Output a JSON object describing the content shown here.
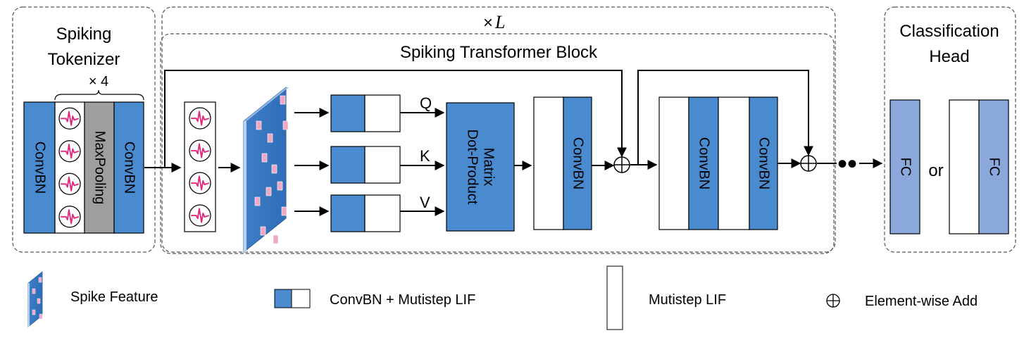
{
  "sections": {
    "tokenizer_title_line1": "Spiking",
    "tokenizer_title_line2": "Tokenizer",
    "repeat_four": "× 4",
    "repeat_L_prefix": "×",
    "repeat_L_var": "L",
    "block_title": "Spiking Transformer Block",
    "head_title_line1": "Classification",
    "head_title_line2": "Head"
  },
  "blocks": {
    "convbn": "ConvBN",
    "maxpooling": "MaxPooling",
    "matmul_line1": "Matrix",
    "matmul_line2": "Dot-Product",
    "fc": "FC",
    "or": "or",
    "q": "Q",
    "k": "K",
    "v": "V",
    "dots": "••"
  },
  "legend": {
    "spike_feature": "Spike Feature",
    "convbn_lif": "ConvBN + Mutistep LIF",
    "lif": "Mutistep LIF",
    "add": "Element-wise Add"
  },
  "colors": {
    "blue": "#4a8bd0",
    "light_blue": "#8aa8dc",
    "gray": "#9e9e9e",
    "spike": "#e0287a",
    "dash": "#555555"
  },
  "icons": {
    "lif_neuron": "spike-waveform-icon",
    "add": "circled-plus-icon",
    "arrow": "arrow-right-icon"
  }
}
